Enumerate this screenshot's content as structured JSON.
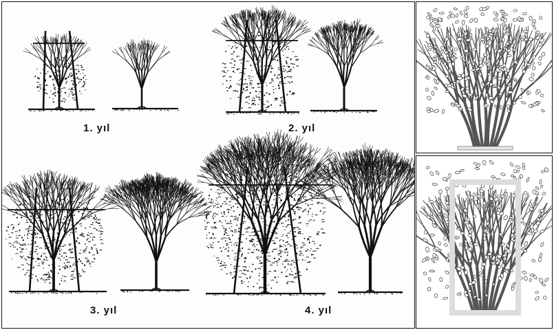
{
  "captions": {
    "year1": "1. yıl",
    "year2": "2. yıl",
    "year3": "3. yıl",
    "year4": "4. yıl"
  },
  "colors": {
    "ink": "#111111",
    "paper": "#fdfdfb",
    "leaf_fill": "#ffffff",
    "shrub_stroke": "#555555"
  }
}
